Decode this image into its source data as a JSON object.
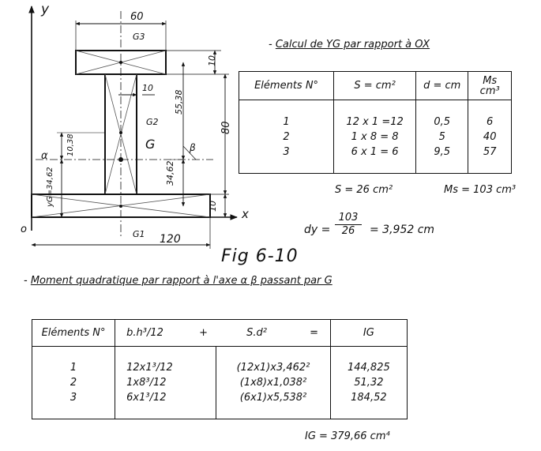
{
  "figure": {
    "title": "Fig 6-10",
    "axis_y": "y",
    "axis_x": "x",
    "origin": "o",
    "labels": {
      "top_width": "60",
      "web_thickness": "10",
      "top_thickness": "10",
      "bottom_thickness": "10",
      "height_web": "80",
      "dist_top_G": "55,38",
      "dist_G_ref": "34,62",
      "yg_left": "yG=34,62",
      "alpha_to_G": "10,38",
      "alpha": "α",
      "beta": "β",
      "bottom_width": "120",
      "g1": "G1",
      "g2": "G2",
      "g3": "G3",
      "g": "G"
    }
  },
  "section1": {
    "heading_prefix": "- ",
    "heading": "Calcul de YG par rapport à OX",
    "headers": [
      "Eléments N°",
      "S = cm²",
      "d = cm",
      "Ms / cm³"
    ],
    "ms_header_top": "Ms",
    "ms_header_bottom": "cm³",
    "rows": [
      {
        "n": "1",
        "s": "12 x 1 =12",
        "d": "0,5",
        "ms": "6"
      },
      {
        "n": "2",
        "s": "1 x 8  =  8",
        "d": "5",
        "ms": "40"
      },
      {
        "n": "3",
        "s": "6 x 1  =  6",
        "d": "9,5",
        "ms": "57"
      }
    ],
    "total_s": "S = 26 cm²",
    "total_ms": "Ms = 103 cm³",
    "dy_label": "dy =",
    "dy_num": "103",
    "dy_den": "26",
    "dy_result": "= 3,952 cm"
  },
  "section2": {
    "heading_prefix": "- ",
    "heading": "Moment quadratique par rapport à l'axe  α β  passant par G",
    "headers": [
      "Eléments N°",
      "b.h³/12",
      "+",
      "S.d²",
      "=",
      "IG"
    ],
    "rows": [
      {
        "n": "1",
        "a": "12x1³/12",
        "b": "(12x1)x3,462²",
        "ig": "144,825"
      },
      {
        "n": "2",
        "a": "1x8³/12",
        "b": "(1x8)x1,038²",
        "ig": "51,32"
      },
      {
        "n": "3",
        "a": "6x1³/12",
        "b": "(6x1)x5,538²",
        "ig": "184,52"
      }
    ],
    "total": "IG = 379,66 cm⁴"
  }
}
